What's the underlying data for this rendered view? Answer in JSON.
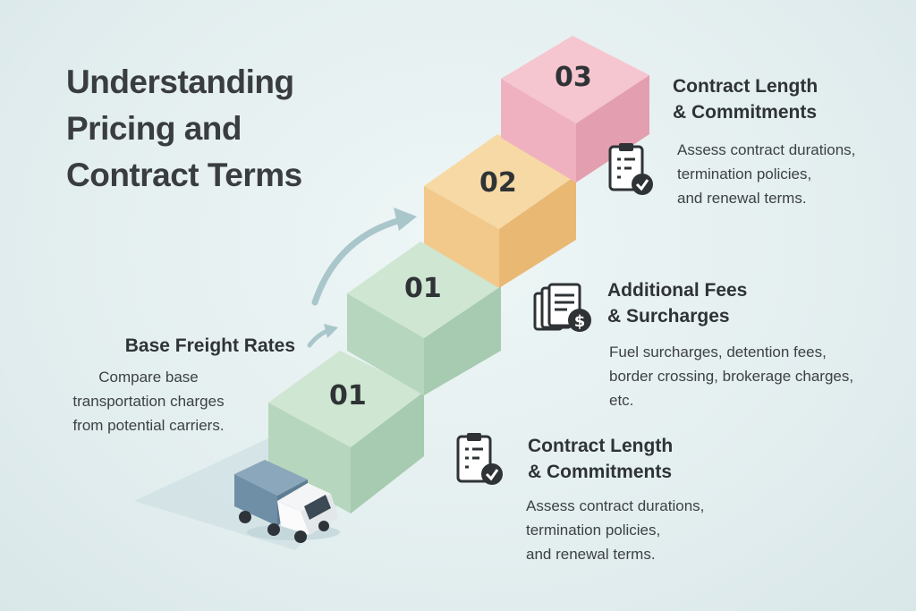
{
  "title": {
    "line1": "Understanding",
    "line2": "Pricing and",
    "line3": "Contract Terms"
  },
  "steps": [
    {
      "number": "01",
      "color": "#b9d9c0"
    },
    {
      "number": "01",
      "color": "#b9d9c0"
    },
    {
      "number": "02",
      "color": "#f3cf8f"
    },
    {
      "number": "03",
      "color": "#f0b6c4"
    }
  ],
  "base_freight": {
    "title": "Base Freight Rates",
    "desc": [
      "Compare base",
      "transportation charges",
      "from potential carriers."
    ]
  },
  "contract_top": {
    "title": [
      "Contract Length",
      "& Commitments"
    ],
    "desc": [
      "Assess contract durations,",
      "termination policies,",
      "and renewal terms."
    ],
    "icon": "clipboard-check-icon"
  },
  "additional_fees": {
    "title": [
      "Additional Fees",
      "& Surcharges"
    ],
    "desc": [
      "Fuel surcharges, detention fees,",
      "border crossing, brokerage charges,",
      "etc."
    ],
    "icon": "invoice-dollar-icon"
  },
  "contract_bottom": {
    "title": [
      "Contract Length",
      "& Commitments"
    ],
    "desc": [
      "Assess contract durations,",
      "termination policies,",
      "and renewal terms."
    ],
    "icon": "clipboard-check-icon"
  },
  "colors": {
    "accent_arrow": "#a9c6cb",
    "truck_cargo": "#6f8fa6",
    "icon_dark": "#2f3336"
  }
}
